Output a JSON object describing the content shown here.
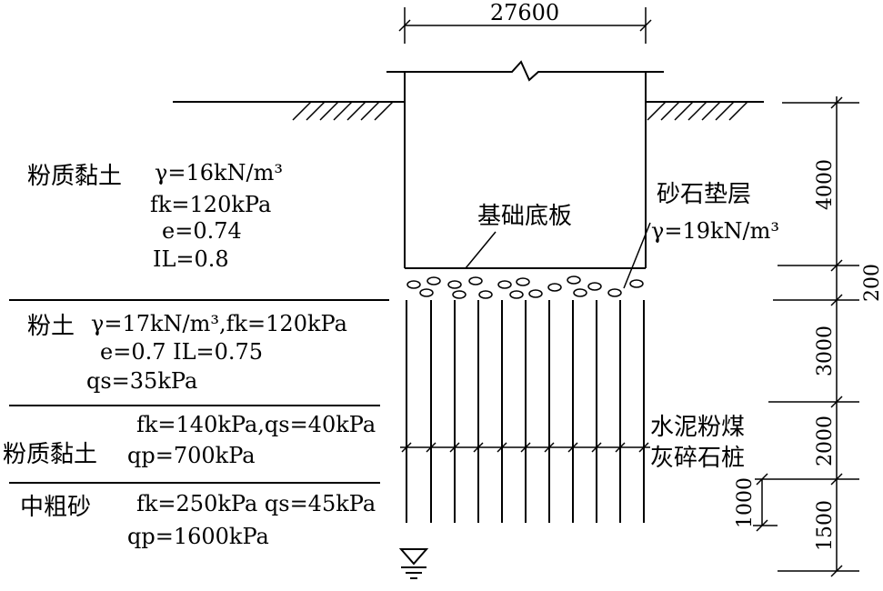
{
  "top_dimension": "27600",
  "labels": {
    "foundation_slab": "基础底板",
    "gravel_cushion": "砂石垫层",
    "gravel_gamma": "γ=19kN/m³",
    "pile_line1": "水泥粉煤",
    "pile_line2": "灰碎石桩"
  },
  "layers": [
    {
      "name": "粉质黏土",
      "p1": "γ=16kN/m³",
      "p2": "fk=120kPa",
      "p3": "e=0.74",
      "p4": "IL=0.8"
    },
    {
      "name": "粉土",
      "p1": "γ=17kN/m³,fk=120kPa",
      "p2": "e=0.7 IL=0.75",
      "p3": "qs=35kPa"
    },
    {
      "name": "粉质黏土",
      "p1": "fk=140kPa,qs=40kPa",
      "p2": "qp=700kPa"
    },
    {
      "name": "中粗砂",
      "p1": "fk=250kPa qs=45kPa",
      "p2": "qp=1600kPa"
    }
  ],
  "right_dimensions": [
    "4000",
    "200",
    "3000",
    "2000",
    "1500"
  ],
  "pile_dimension": "1000"
}
